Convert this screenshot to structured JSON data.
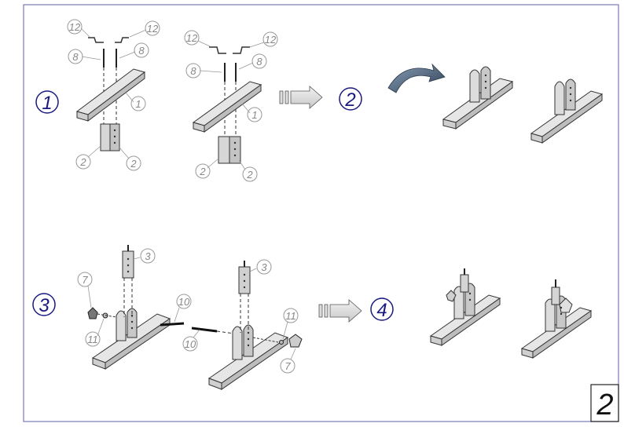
{
  "sheet": {
    "number": "2",
    "frame_color": "#7a7ab8"
  },
  "steps": [
    {
      "number": "1"
    },
    {
      "number": "2"
    },
    {
      "number": "3"
    },
    {
      "number": "4"
    }
  ],
  "callouts": {
    "c12a": "12",
    "c12b": "12",
    "c8a": "8",
    "c8b": "8",
    "c1a": "1",
    "c2a": "2",
    "c2b": "2",
    "c12c": "12",
    "c12d": "12",
    "c8c": "8",
    "c8d": "8",
    "c1b": "1",
    "c2c": "2",
    "c2d": "2",
    "c3a": "3",
    "c3b": "3",
    "c7a": "7",
    "c11a": "11",
    "c10a": "10",
    "c10b": "10",
    "c11b": "11",
    "c7b": "7"
  },
  "colors": {
    "step_circle": "#1a1a80",
    "part_fill": "#e0e0e0",
    "part_dark": "#b8b8b8",
    "arrow_fill": "#d0d0d0"
  }
}
